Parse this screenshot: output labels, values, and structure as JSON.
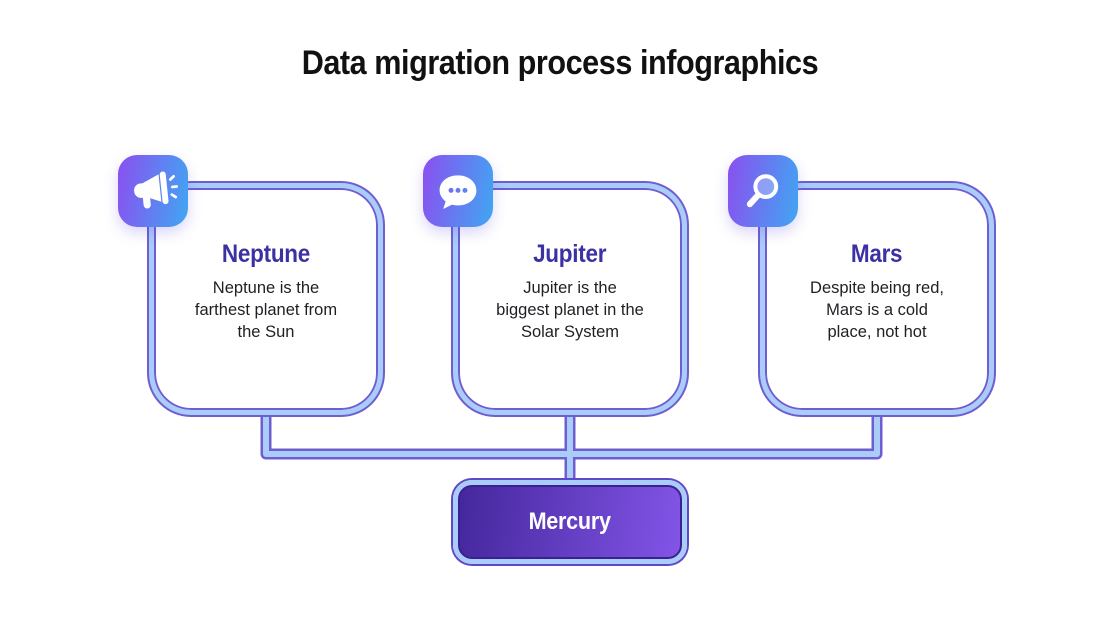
{
  "title": "Data migration process infographics",
  "cards": [
    {
      "name": "Neptune",
      "description": "Neptune is the\nfarthest planet from\nthe Sun",
      "icon": "megaphone-icon"
    },
    {
      "name": "Jupiter",
      "description": "Jupiter is the\nbiggest planet in the\nSolar System",
      "icon": "speech-bubble-icon"
    },
    {
      "name": "Mars",
      "description": "Despite being red,\nMars is a cold\nplace, not hot",
      "icon": "search-icon"
    }
  ],
  "result": {
    "label": "Mercury"
  },
  "colors": {
    "background": "#FFFFFF",
    "title_color": "#111111",
    "tube_fill": "#A9CCF8",
    "tube_edge": "#6F5ED2",
    "icon_gradient_start": "#8B4FF0",
    "icon_gradient_end": "#3FA7F2",
    "card_title_color": "#3B31A2",
    "body_text_color": "#1F1F24",
    "mercury_gradient_start": "#44279C",
    "mercury_gradient_end": "#8355E8",
    "mercury_edge": "#5F48C8",
    "mercury_edge_inner": "#3A2190",
    "mercury_text": "#FFFFFF"
  }
}
